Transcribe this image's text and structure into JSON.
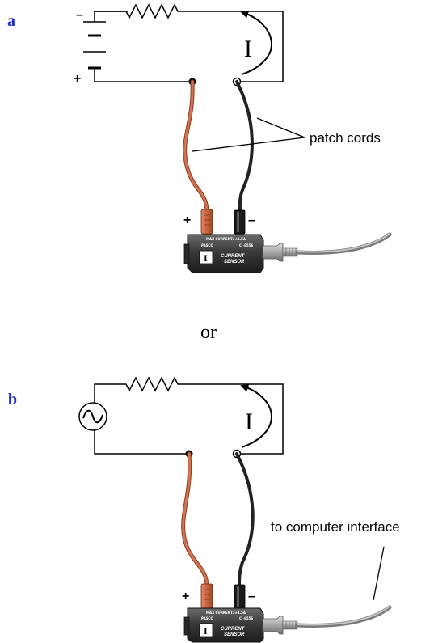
{
  "panels": [
    {
      "letter": "a",
      "current_symbol": "I",
      "source": "battery",
      "battery_minus": "–",
      "battery_plus": "+",
      "cord_plus": "+",
      "cord_minus": "–",
      "annotation": "patch cords"
    },
    {
      "letter": "b",
      "current_symbol": "I",
      "source": "ac-source",
      "cord_plus": "+",
      "cord_minus": "–",
      "annotation": "to computer interface"
    }
  ],
  "separator": "or",
  "sensor": {
    "max_current": "MAX CURRENT: ±1.5A",
    "brand": "PASCO",
    "model": "CI-6556",
    "name_line1": "CURRENT",
    "name_line2": "SENSOR",
    "symbol": "I"
  },
  "colors": {
    "panel_letter": "#1f2dcc",
    "red_cord": "#c8643f",
    "black_cord": "#222222",
    "sensor_body": "#3a3a3a",
    "cable": "#8a8a8a"
  }
}
